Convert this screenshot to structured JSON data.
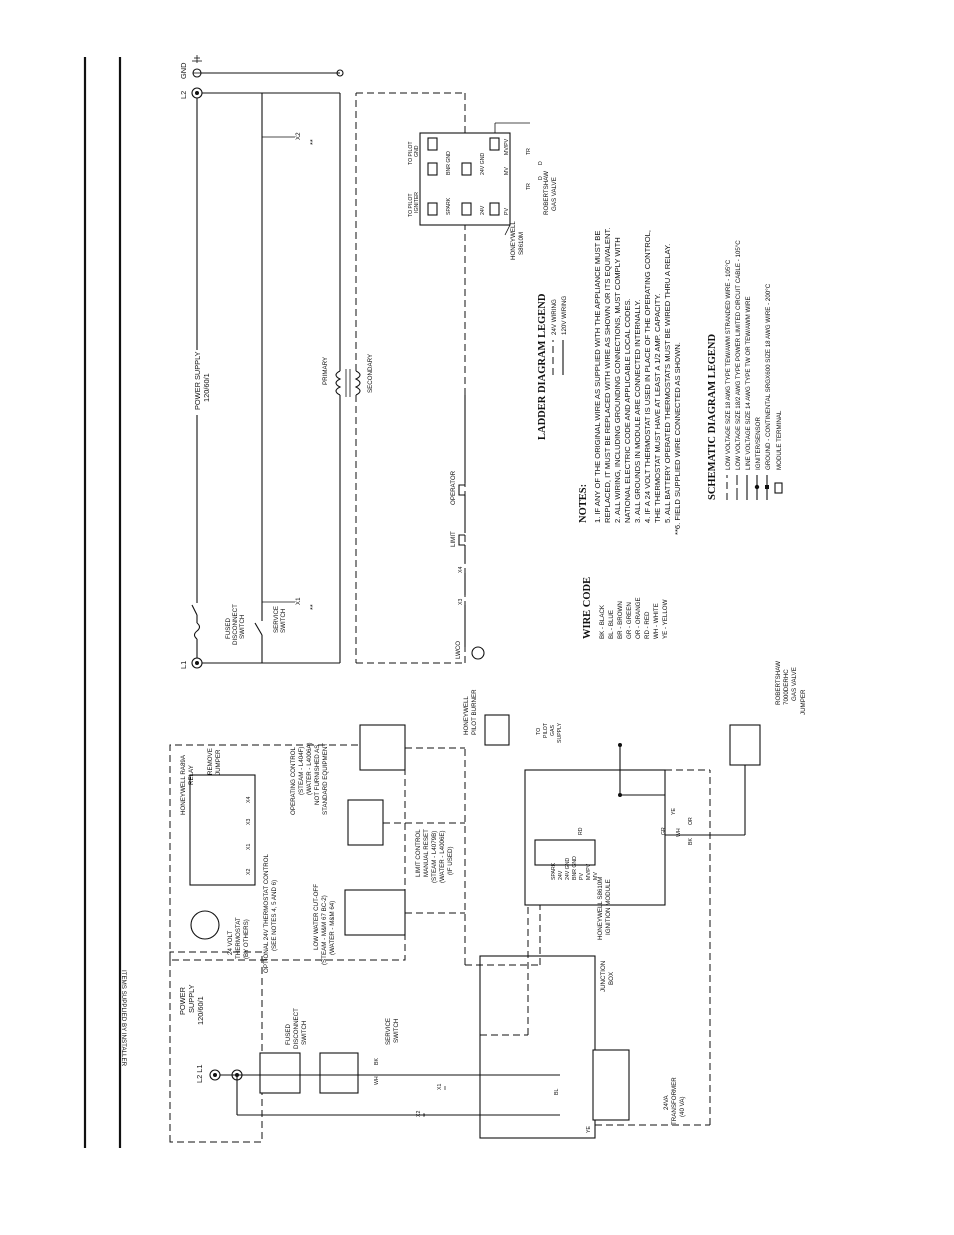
{
  "ladder": {
    "power_supply": "POWER SUPPLY",
    "power_rating": "120/60/1",
    "l1": "L1",
    "l2": "L2",
    "gnd": "GND",
    "fused_disconnect": [
      "FUSED",
      "DISCONNECT",
      "SWITCH"
    ],
    "service_switch": [
      "SERVICE",
      "SWITCH"
    ],
    "x1": "X1",
    "x2": "X2",
    "x3": "X3",
    "x4": "X4",
    "stars": "**",
    "lwco": "LWCO",
    "limit": "LIMIT",
    "operator": "OPERATOR",
    "primary": "PRIMARY",
    "secondary": "SECONDARY",
    "honeywell_s8610m": [
      "HONEYWELL",
      "S8610M"
    ],
    "to_pilot_igniter": [
      "TO PILOT",
      "IGNITER"
    ],
    "to_pilot_gnd": [
      "TO PILOT",
      "GND"
    ],
    "module_terms": [
      "SPARK",
      "BNR GND",
      "24V",
      "24V GND",
      "PV",
      "MV",
      "MV/PV"
    ],
    "robertshaw_gas_valve": [
      "ROBERTSHAW",
      "GAS VALVE"
    ],
    "tr": "TR",
    "d": "D"
  },
  "ladder_legend": {
    "title": "LADDER DIAGRAM LEGEND",
    "items": [
      "24V WIRING",
      "120V WIRING"
    ]
  },
  "notes": {
    "title": "NOTES:",
    "lines": [
      "1.  IF ANY OF THE ORIGINAL WIRE AS SUPPLIED WITH THE APPLIANCE MUST BE",
      "     REPLACED, IT MUST BE REPLACED WITH WIRE AS SHOWN OR ITS EQUIVALENT.",
      "2.  ALL WIRING, INCLUDING GROUNDING CONNECTIONS, MUST COMPLY WITH",
      "     NATIONAL ELECTRIC CODE AND APPLICABLE LOCAL CODES.",
      "3.  ALL GROUNDS IN MODULE ARE CONNECTED INTERNALLY.",
      "4.  IF A 24 VOLT THERMOSTAT IS USED IN PLACE OF THE OPERATING CONTROL,",
      "     THE THERMOSTAT MUST HAVE AT LEAST A 1/2 AMP. CAPACITY.",
      "5.  ALL BATTERY OPERATED THERMOSTATS MUST BE WIRED THRU A RELAY.",
      "**6.  FIELD SUPPLIED WIRE CONNECTED AS SHOWN."
    ]
  },
  "wire_code": {
    "title": "WIRE CODE",
    "items": [
      "BK  -  BLACK",
      "BL  -  BLUE",
      "BR  -  BROWN",
      "GR  -  GREEN",
      "OR  -  ORANGE",
      "RD  -  RED",
      "WH  -  WHITE",
      "YE  -  YELLOW"
    ]
  },
  "schematic_legend": {
    "title": "SCHEMATIC DIAGRAM LEGEND",
    "items": [
      "LOW VOLTAGE SIZE 18 AWG TYPE TEW/AWM STRANDED WIRE  -  105°C",
      "LOW VOLTAGE SIZE 18/2 AWG TYPE POWER LIMITED CIRCUIT CABLE  -  105°C",
      "LINE VOLTAGE SIZE 14 AWG TYPE TW OR TEW/AWM WIRE",
      "IGNITER/SENSOR",
      "GROUND  -  CONTINENTAL SRGX600 SIZE 18 AWG WIRE  -  200°C",
      "MODULE TERMINAL"
    ]
  },
  "schematic": {
    "items_supplied": "ITEMS SUPPLIED BY INSTALLER",
    "power_supply": [
      "POWER",
      "SUPPLY",
      "120/60/1"
    ],
    "l2_l1": "L2    L1",
    "fused_disconnect": [
      "FUSED",
      "DISCONNECT",
      "SWITCH"
    ],
    "service_switch": [
      "SERVICE",
      "SWITCH"
    ],
    "x1": "X1",
    "x2": "X2",
    "stars": "**",
    "junction_box": [
      "JUNCTION",
      "BOX"
    ],
    "transformer": [
      "24VA",
      "TRANSFORMER",
      "(40 VA)"
    ],
    "thermostat": [
      "24 VOLT",
      "THERMOSTAT",
      "(BY OTHERS)"
    ],
    "optional_thermostat": [
      "OPTIONAL 24V THERMOSTAT CONTROL",
      "(SEE NOTES 4, 5 AND 6)"
    ],
    "relay": [
      "HONEYWELL  RA89A",
      "RELAY"
    ],
    "remove_jumper": [
      "REMOVE",
      "JUMPER"
    ],
    "relay_terms": [
      "X2",
      "X1",
      "X3",
      "X4"
    ],
    "low_water": [
      "LOW WATER CUT-OFF",
      "(STEAM - M&M 67 BC-2)",
      "(WATER - M&M 64)"
    ],
    "limit_control": [
      "LIMIT CONTROL",
      "MANUAL RESET",
      "(STEAM - L4079B)",
      "(WATER - L4006E)",
      "(IF USED)"
    ],
    "operating_control": [
      "OPERATING  CONTROL",
      "(STEAM - L404F)",
      "(WATER - L4006A)",
      "NOT FURNISHED AS",
      "STANDARD EQUIPMENT"
    ],
    "pilot_burner": [
      "HONEYWELL",
      "PILOT BURNER"
    ],
    "to_pilot_gas": [
      "TO",
      "PILOT",
      "GAS",
      "SUPPLY"
    ],
    "ignition_module": [
      "HONEYWELL S8610M",
      "IGNITION MODULE"
    ],
    "module_terms": [
      "SPARK",
      "24V",
      "24V GND",
      "BNR GND",
      "PV",
      "MV/PV",
      "MV"
    ],
    "gas_valve": [
      "ROBERTSHAW",
      "7000DERHC",
      "GAS  VALVE"
    ],
    "jumper": "JUMPER",
    "wire_tags": [
      "BK",
      "WH",
      "BL",
      "YE",
      "RD",
      "GR",
      "OR",
      "BK",
      "WH",
      "YE"
    ]
  }
}
